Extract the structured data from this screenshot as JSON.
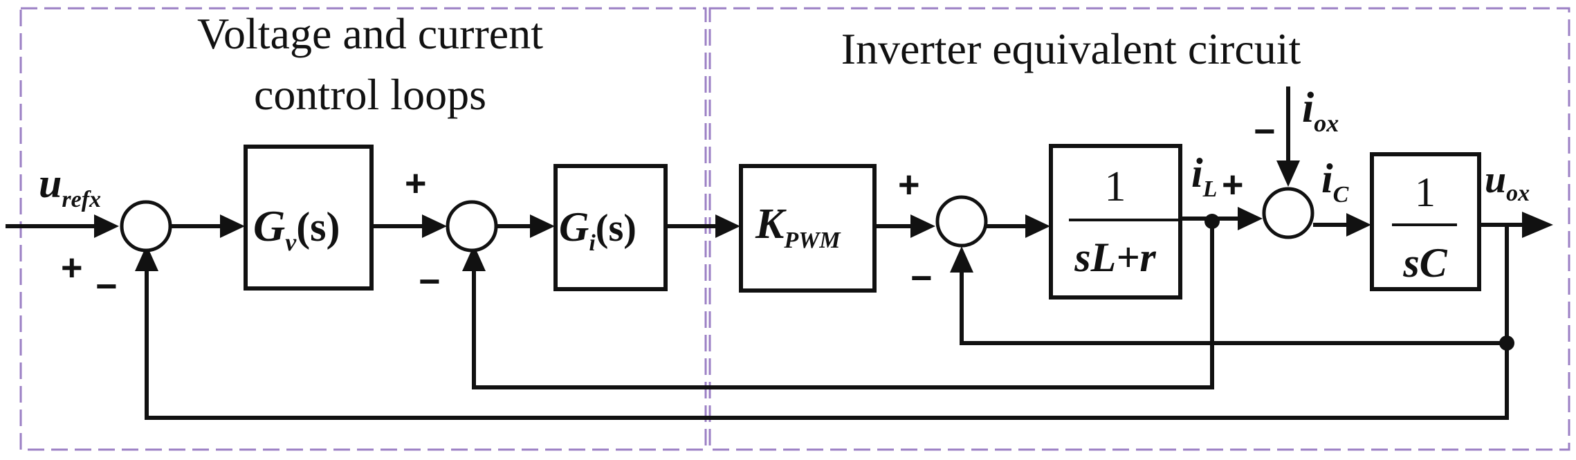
{
  "regions": {
    "control_title_line1": "Voltage and current",
    "control_title_line2": "control loops",
    "inverter_title": "Inverter  equivalent circuit"
  },
  "blocks": {
    "gv": {
      "main": "G",
      "sub": "v",
      "arg": "(s)"
    },
    "gi": {
      "main": "G",
      "sub": "i",
      "arg": "(s)"
    },
    "kpwm": {
      "main": "K",
      "sub": "PWM"
    },
    "inductor": {
      "numerator": "1",
      "denominator": "sL+r"
    },
    "capacitor": {
      "numerator": "1",
      "denominator": "sC"
    }
  },
  "signals": {
    "uref": {
      "main": "u",
      "sub": "refx"
    },
    "iL": {
      "main": "i",
      "sub": "L"
    },
    "iox": {
      "main": "i",
      "sub": "ox"
    },
    "iC": {
      "main": "i",
      "sub": "C"
    },
    "uox": {
      "main": "u",
      "sub": "ox"
    }
  },
  "signs": {
    "sum1_plus": "+",
    "sum1_minus": "−",
    "sum2_plus": "+",
    "sum2_minus": "−",
    "sum3_plus": "+",
    "sum3_minus": "−",
    "sum4_plus": "+",
    "sum4_minus": "−"
  },
  "colors": {
    "line": "#111111",
    "frame": "#9b7fc4"
  }
}
